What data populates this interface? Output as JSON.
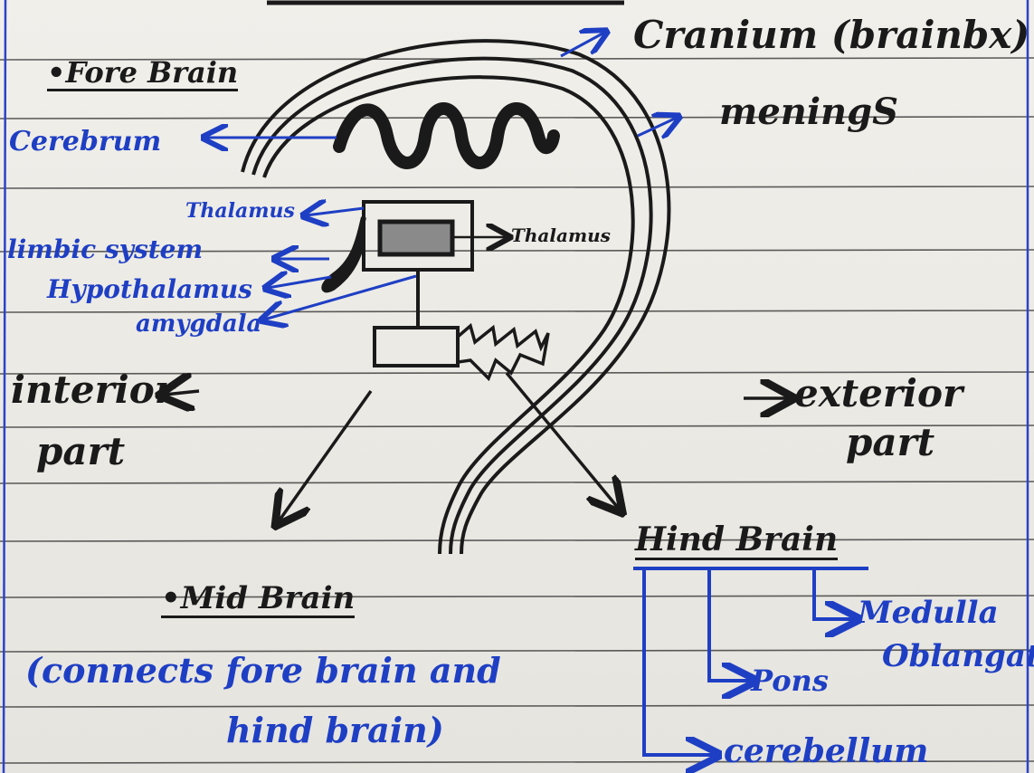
{
  "labels": {
    "cranium": "Cranium (brainbx)",
    "meninges": "meningS",
    "fore_brain": "•Fore Brain",
    "cerebrum": "Cerebrum",
    "thalamus_left": "Thalamus",
    "thalamus_right": "Thalamus",
    "limbic_system": "limbic system",
    "hypothalamus": "Hypothalamus",
    "amygdala": "amygdala",
    "interior": "interior",
    "interior_part": "part",
    "exterior": "exterior",
    "exterior_part": "part",
    "hind_brain": "Hind Brain",
    "medulla": "Medulla",
    "oblongata": "Oblangata",
    "pons": "Pons",
    "cerebellum": "cerebellum",
    "mid_brain": "•Mid Brain",
    "mid_brain_note_1": "(connects fore brain and",
    "mid_brain_note_2": "hind brain)"
  },
  "colors": {
    "ink_black": "#1a1a1a",
    "ink_blue": "#1e3fc4",
    "ruled_line": "#2a2a2a",
    "margin_line": "#2b43c8",
    "paper": "#ecebe6"
  }
}
